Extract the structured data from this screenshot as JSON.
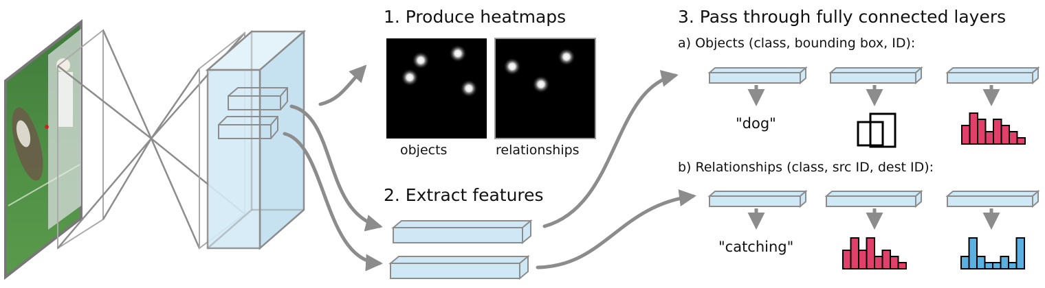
{
  "steps": {
    "produce_heatmaps": "1. Produce heatmaps",
    "extract_features": "2. Extract features",
    "fully_connected": "3. Pass through fully connected layers"
  },
  "heatmaps": {
    "objects_label": "objects",
    "relationships_label": "relationships"
  },
  "objects_section": {
    "title": "a) Objects (class, bounding box, ID):",
    "class_output": "\"dog\""
  },
  "relationships_section": {
    "title": "b) Relationships (class, src ID, dest ID):",
    "class_output": "\"catching\""
  },
  "histograms": {
    "object_id": [
      3,
      5,
      4,
      2,
      4,
      3,
      2,
      1
    ],
    "relationship_src": [
      3,
      5,
      3,
      5,
      2,
      3,
      2,
      1
    ],
    "relationship_dest": [
      2,
      5,
      2,
      1,
      1,
      2,
      1,
      5
    ]
  },
  "colors": {
    "pink": "#e0406a",
    "blue": "#5ab0e0",
    "feature_fill": "#cfe8f5",
    "line": "#8c8c8c"
  }
}
